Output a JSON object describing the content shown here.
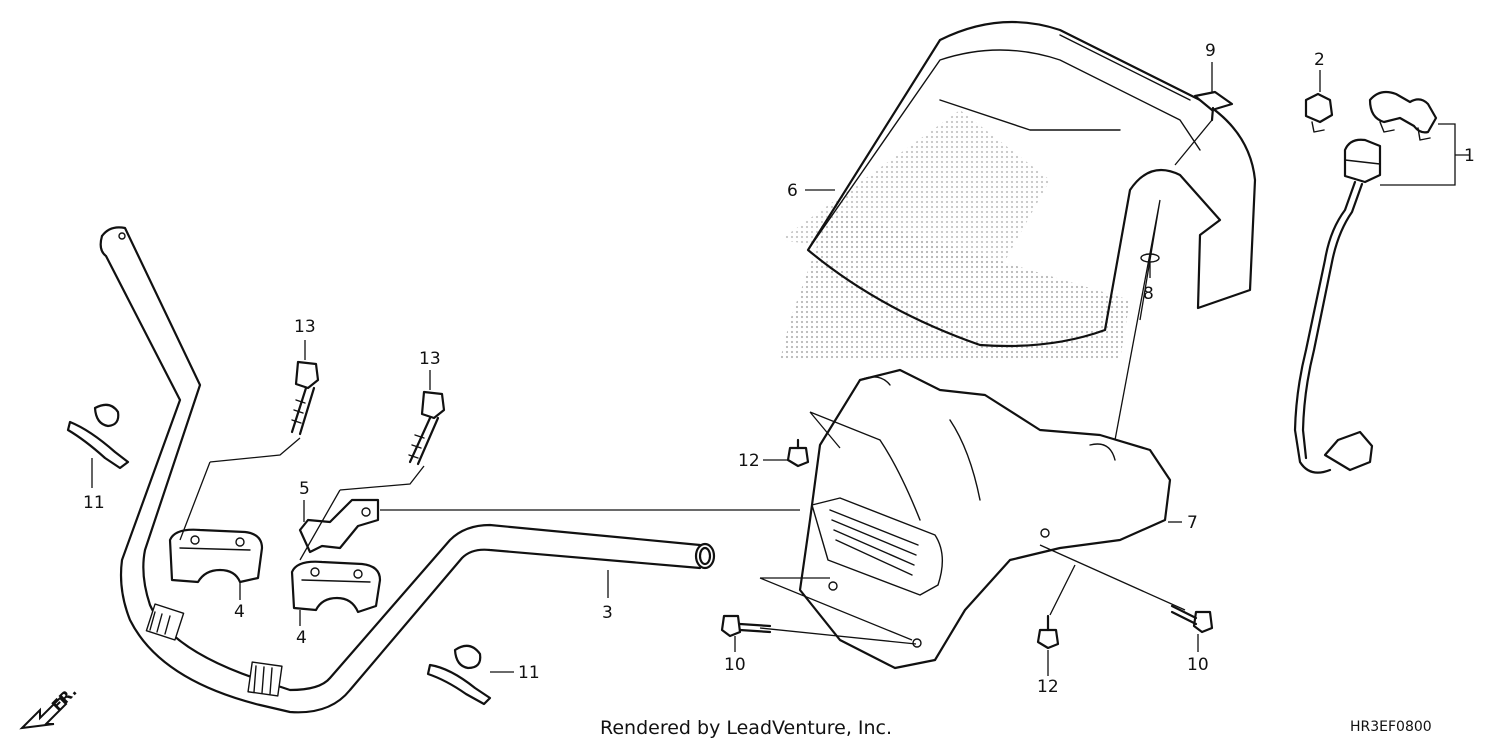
{
  "callouts": {
    "c1": "1",
    "c2": "2",
    "c3": "3",
    "c4a": "4",
    "c4b": "4",
    "c5": "5",
    "c6": "6",
    "c7": "7",
    "c8": "8",
    "c9": "9",
    "c10a": "10",
    "c10b": "10",
    "c11a": "11",
    "c11b": "11",
    "c12a": "12",
    "c12b": "12",
    "c13a": "13",
    "c13b": "13"
  },
  "direction_label": "FR.",
  "credit": "Rendered by LeadVenture, Inc.",
  "diagram_code": "HR3EF0800",
  "watermark_fill": "#c8c8c8"
}
